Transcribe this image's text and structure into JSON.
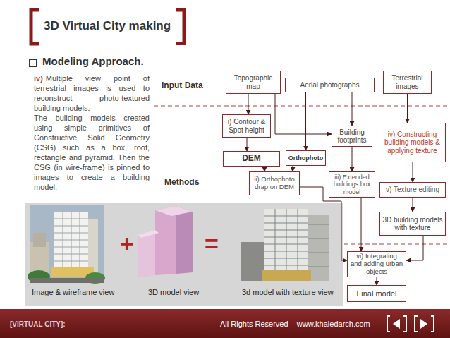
{
  "diagram": {
    "title": "3D Virtual City making",
    "nodes": [
      {
        "text": [
          "Topographic map"
        ]
      },
      {
        "text": [
          "Aerial photographs"
        ]
      },
      {
        "text": [
          "Terrestrial images"
        ]
      },
      {
        "text": [
          "i) Contour & Spot height"
        ]
      },
      {
        "text": [
          "Building footprints"
        ]
      },
      {
        "text": [
          "iv) Constructing building models & applying texture"
        ]
      },
      {
        "text": [
          "DEM"
        ]
      },
      {
        "text": [
          "Orthophoto"
        ]
      },
      {
        "text": [
          "ii) Orthophoto drap on DEM"
        ]
      },
      {
        "text": [
          "iii) Extended buildings box model"
        ]
      },
      {
        "text": [
          "v) Texture editing"
        ]
      },
      {
        "text": [
          "3D building models with texture"
        ]
      },
      {
        "text": [
          "vi) Integrating and adding urban objects"
        ]
      },
      {
        "text": [
          "Final model"
        ]
      }
    ],
    "edges": [
      {
        "from": 0,
        "to": 3,
        "arrow": "to"
      },
      {
        "from": 0,
        "to": 4,
        "arrow": "to"
      },
      {
        "from": 1,
        "to": 4,
        "arrow": "to"
      },
      {
        "from": 1,
        "to": 7,
        "arrow": "to"
      },
      {
        "from": 2,
        "to": 5,
        "arrow": "to"
      },
      {
        "from": 3,
        "to": 6,
        "arrow": "to"
      },
      {
        "from": 6,
        "to": 8,
        "arrow": "to"
      },
      {
        "from": 7,
        "to": 8,
        "arrow": "to"
      },
      {
        "from": 4,
        "to": 9,
        "arrow": "to"
      },
      {
        "from": 5,
        "to": 10,
        "arrow": "to"
      },
      {
        "from": 10,
        "to": 11,
        "arrow": "to"
      },
      {
        "from": 11,
        "to": 12,
        "arrow": "to"
      },
      {
        "from": 9,
        "to": 12,
        "arrow": "to"
      },
      {
        "from": 8,
        "to": 12,
        "arrow": "to"
      },
      {
        "from": 12,
        "to": 13,
        "arrow": "to"
      }
    ],
    "labels": [
      "Modeling Approach.",
      "Input Data",
      "Methods",
      "iv)",
      "Multiple view point of terrestrial images is used to reconstruct photo-textured building models.",
      "The building models created using simple primitives of Constructive Solid Geometry (CSG) such as a box, roof, rectangle and pyramid. Then the CSG (in wire-frame) is pinned to images to create a building model.",
      "+",
      "=",
      "Image & wireframe view",
      "3D model view",
      "3d model with texture view",
      "[VIRTUAL CITY]:",
      "All Rights Reserved – www.khaledarch.com"
    ]
  }
}
